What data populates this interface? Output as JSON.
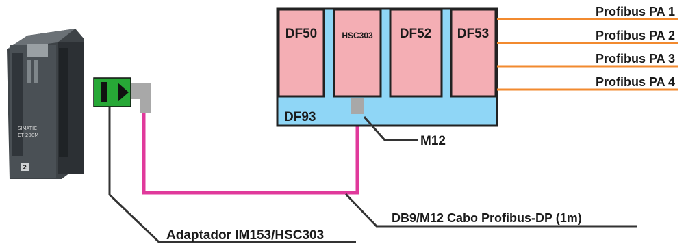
{
  "device": {
    "brand": "SIMATIC",
    "model": "ET 200M",
    "slot": "2"
  },
  "rack": {
    "base_label": "DF93",
    "modules": [
      {
        "label": "DF50"
      },
      {
        "label": "HSC303"
      },
      {
        "label": "DF52"
      },
      {
        "label": "DF53"
      }
    ]
  },
  "buses": [
    {
      "label": "Profibus PA 1"
    },
    {
      "label": "Profibus PA 2"
    },
    {
      "label": "Profibus PA 3"
    },
    {
      "label": "Profibus PA 4"
    }
  ],
  "callouts": {
    "connector": "M12",
    "cable": "DB9/M12 Cabo Profibus-DP (1m)",
    "adapter": "Adaptador IM153/HSC303"
  },
  "colors": {
    "module_fill": "#f4aeb4",
    "rack_fill": "#8fd6f6",
    "bus_line": "#f28a2f",
    "cable": "#e0399b",
    "adapter": "#27a836"
  }
}
